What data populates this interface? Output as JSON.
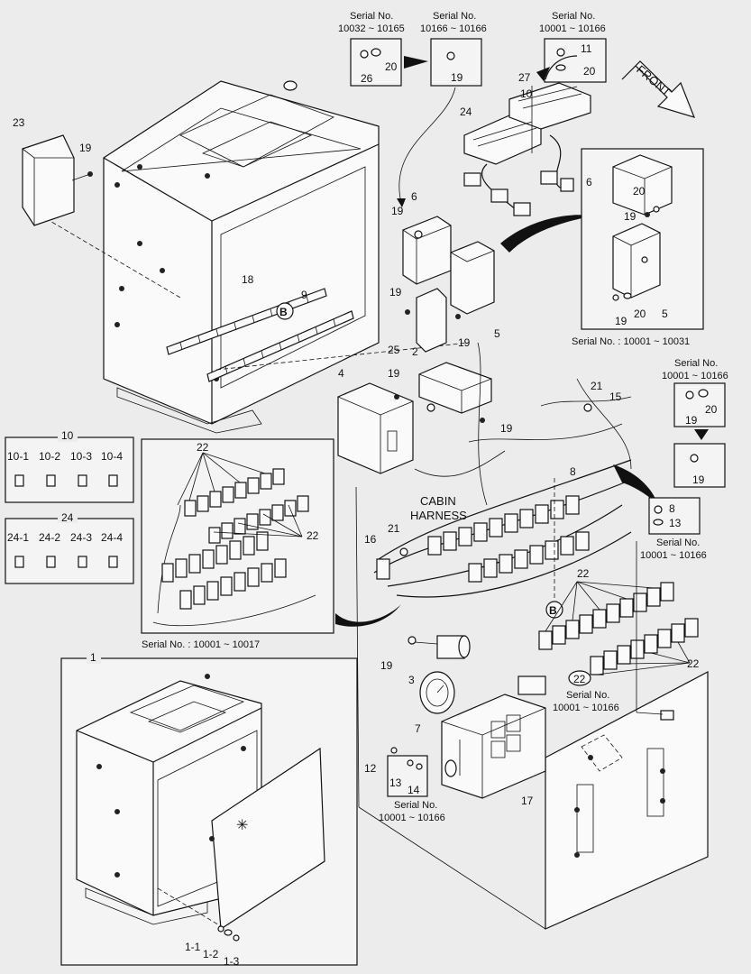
{
  "labels": {
    "frame": "23",
    "screw_side": "19",
    "p6": "6",
    "p10": "10",
    "p24": "24",
    "p27": "27",
    "p18": "18",
    "p9": "9",
    "p2": "2",
    "p4": "4",
    "p5": "5",
    "p25": "25",
    "p21": "21",
    "p15": "15",
    "p8": "8",
    "p16": "16",
    "p22": "22",
    "p3": "3",
    "p7": "7",
    "p12": "12",
    "p13": "13",
    "p14": "14",
    "p17": "17",
    "p1": "1",
    "p1_1": "1-1",
    "p1_2": "1-2",
    "p1_3": "1-3",
    "p11": "11",
    "p20": "20",
    "p26": "26",
    "callout_b": "B",
    "cabin_harness_1": "CABIN",
    "cabin_harness_2": "HARNESS",
    "front": "FRONT"
  },
  "serials": {
    "s1_title": "Serial No.",
    "s1_range": "10032 ~ 10165",
    "s2_title": "Serial No.",
    "s2_range": "10166 ~ 10166",
    "s3_title": "Serial No.",
    "s3_range": "10001 ~ 10166",
    "s4_text": "Serial No. : 10001 ~ 10031",
    "s5_title": "Serial No.",
    "s5_range": "10001 ~ 10166",
    "s6_title": "Serial No.",
    "s6_range": "10001 ~ 10166",
    "s7_text": "Serial No. : 10001 ~ 10017",
    "s8_title": "Serial No.",
    "s8_range": "10001 ~ 10166",
    "s9_title": "Serial No.",
    "s9_range": "10001 ~ 10166"
  },
  "fuse10": {
    "head": "10",
    "items": [
      "10-1",
      "10-2",
      "10-3",
      "10-4"
    ]
  },
  "fuse24": {
    "head": "24",
    "items": [
      "24-1",
      "24-2",
      "24-3",
      "24-4"
    ]
  }
}
